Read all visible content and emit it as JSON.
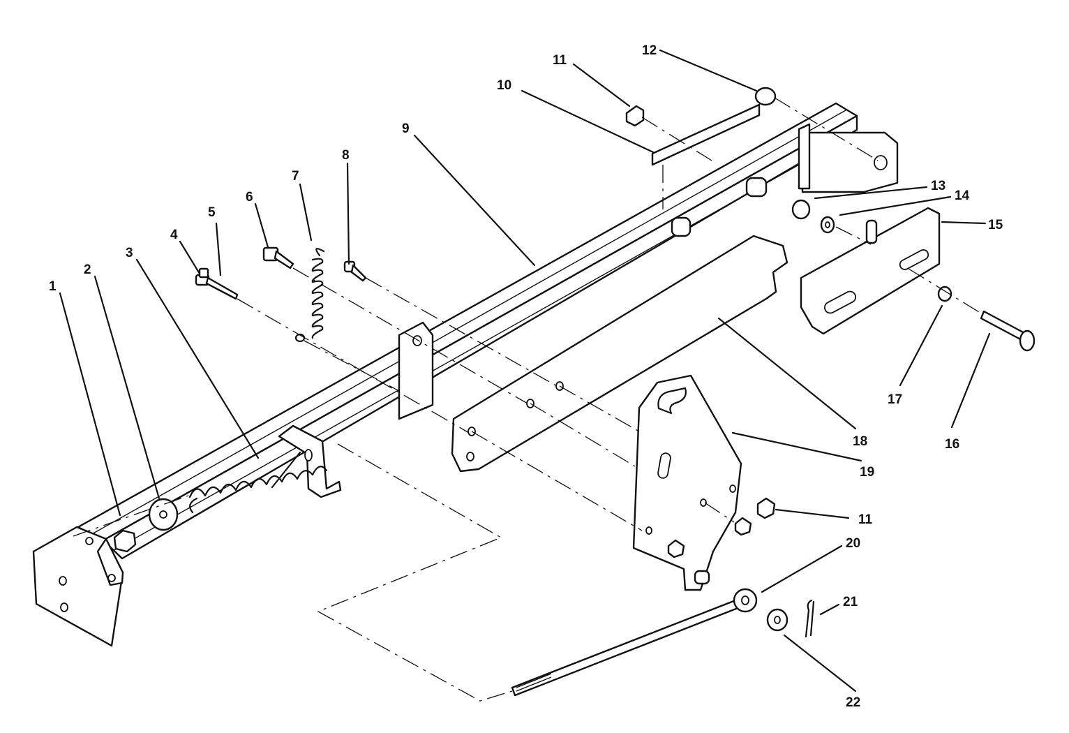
{
  "callouts": [
    {
      "label": "1"
    },
    {
      "label": "2"
    },
    {
      "label": "3"
    },
    {
      "label": "4"
    },
    {
      "label": "5"
    },
    {
      "label": "6"
    },
    {
      "label": "7"
    },
    {
      "label": "8"
    },
    {
      "label": "9"
    },
    {
      "label": "10"
    },
    {
      "label": "11"
    },
    {
      "label": "12"
    },
    {
      "label": "13"
    },
    {
      "label": "14"
    },
    {
      "label": "15"
    },
    {
      "label": "16"
    },
    {
      "label": "17"
    },
    {
      "label": "18"
    },
    {
      "label": "19"
    },
    {
      "label": "11"
    },
    {
      "label": "20"
    },
    {
      "label": "21"
    },
    {
      "label": "22"
    }
  ]
}
